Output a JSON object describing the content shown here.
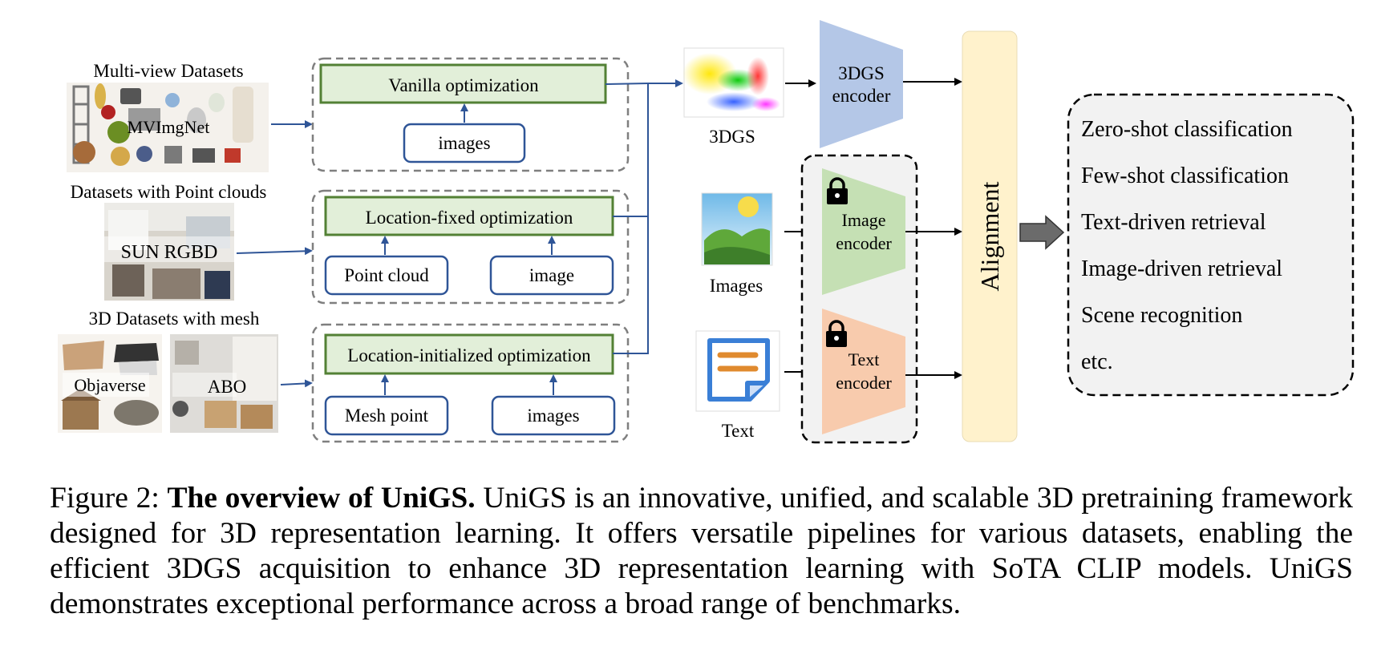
{
  "sources": {
    "multiview": {
      "title": "Multi-view Datasets",
      "dataset": "MVImgNet"
    },
    "pointcloud": {
      "title": "Datasets with Point clouds",
      "dataset": "SUN RGBD"
    },
    "mesh": {
      "title": "3D Datasets with mesh",
      "dataset_a": "Objaverse",
      "dataset_b": "ABO"
    }
  },
  "pipelines": {
    "vanilla": {
      "title": "Vanilla optimization",
      "input": "images"
    },
    "fixed": {
      "title": "Location-fixed optimization",
      "input_a": "Point cloud",
      "input_b": "image"
    },
    "initialized": {
      "title": "Location-initialized optimization",
      "input_a": "Mesh point",
      "input_b": "images"
    }
  },
  "modalities": {
    "gs": "3DGS",
    "images": "Images",
    "text": "Text"
  },
  "encoders": {
    "gs": {
      "line1": "3DGS",
      "line2": "encoder"
    },
    "image": {
      "line1": "Image",
      "line2": "encoder"
    },
    "text": {
      "line1": "Text",
      "line2": "encoder"
    }
  },
  "alignment": "Alignment",
  "tasks": [
    "Zero-shot classification",
    "Few-shot classification",
    "Text-driven retrieval",
    "Image-driven retrieval",
    "Scene recognition",
    "etc."
  ],
  "caption": {
    "label": "Figure 2:",
    "title": "The overview of UniGS.",
    "body": "UniGS is an innovative, unified, and scalable 3D pretraining framework designed for 3D representation learning. It offers versatile pipelines for various datasets, enabling the efficient 3DGS acquisition to enhance 3D representation learning with SoTA CLIP models. UniGS demonstrates exceptional performance across a broad range of benchmarks."
  },
  "colors": {
    "pipeline_fill": "#e2efd9",
    "pipeline_border": "#538135",
    "input_border": "#2f5597",
    "arrow_blue": "#2f5597",
    "gs_encoder": "#b4c7e7",
    "image_encoder": "#c5e0b4",
    "text_encoder": "#f8cbad",
    "alignment": "#fff2cc"
  },
  "icons": [
    "lock-icon",
    "image-icon",
    "text-document-icon",
    "gaussian-splat-render"
  ]
}
